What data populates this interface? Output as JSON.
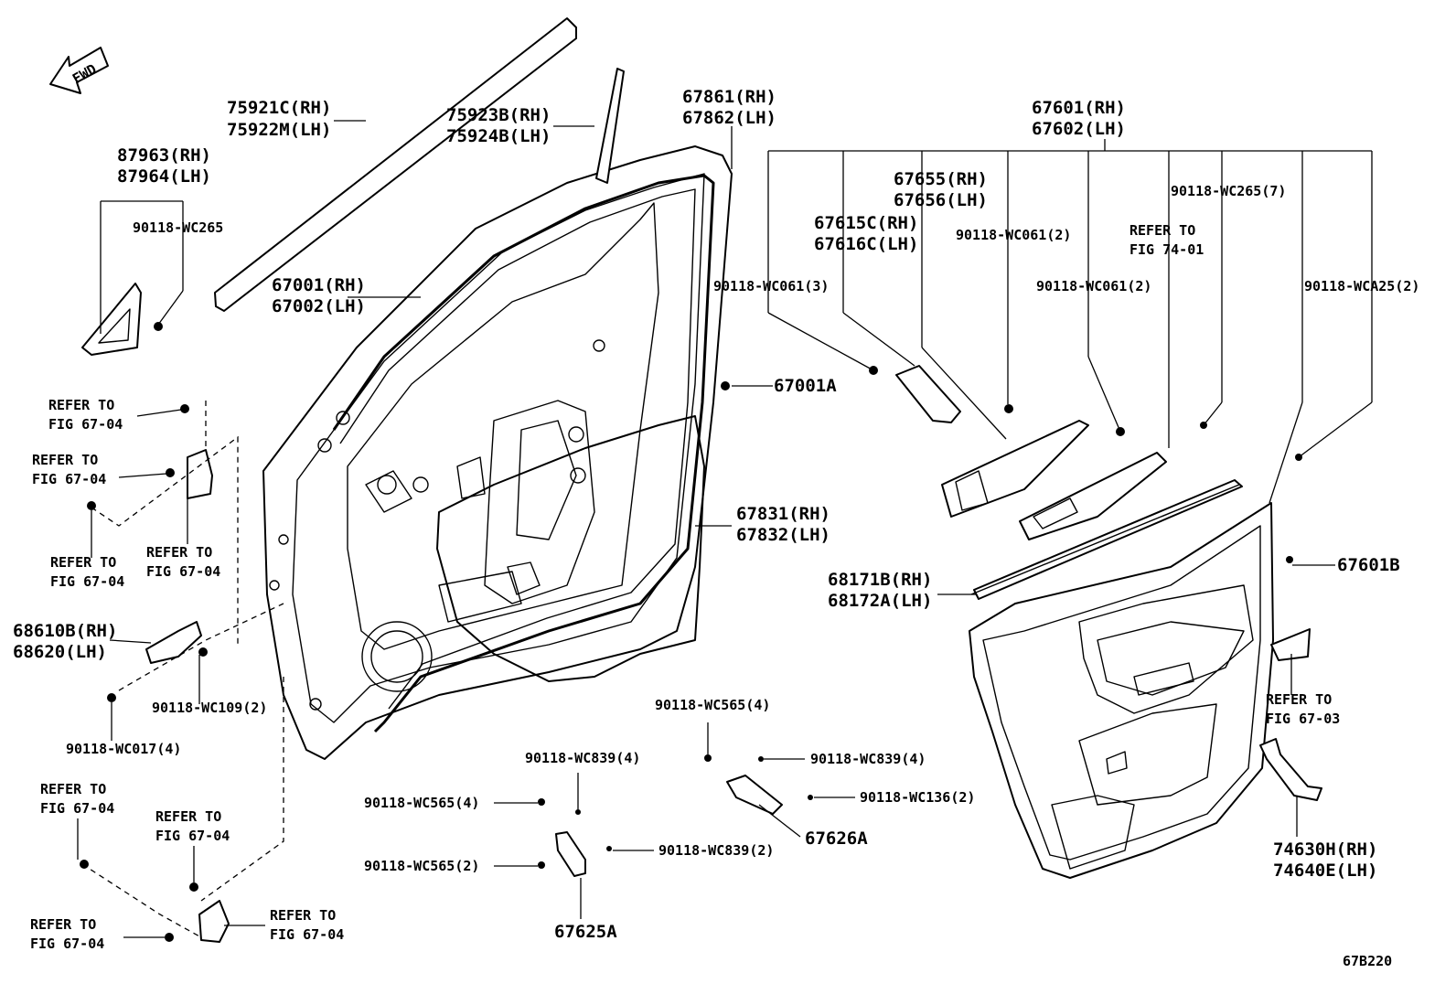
{
  "fwd_arrow": "FWD",
  "diagram_id": "67B220",
  "labels": {
    "p75921": "75921C(RH)",
    "p75922": "75922M(LH)",
    "p75923": "75923B(RH)",
    "p75924": "75924B(LH)",
    "p67861": "67861(RH)",
    "p67862": "67862(LH)",
    "p67601": "67601(RH)",
    "p67602": "67602(LH)",
    "p87963": "87963(RH)",
    "p87964": "87964(LH)",
    "w265a": "90118-WC265",
    "p67655": "67655(RH)",
    "p67656": "67656(LH)",
    "w265_7": "90118-WC265(7)",
    "p67615": "67615C(RH)",
    "p67616": "67616C(LH)",
    "w061_2a": "90118-WC061(2)",
    "ref7401a": "REFER TO",
    "ref7401b": "FIG 74-01",
    "w061_3": "90118-WC061(3)",
    "w061_2b": "90118-WC061(2)",
    "wca25": "90118-WCA25(2)",
    "p67001": "67001(RH)",
    "p67002": "67002(LH)",
    "p67001a": "67001A",
    "ref1a": "REFER TO",
    "ref1b": "FIG 67-04",
    "ref2a": "REFER TO",
    "ref2b": "FIG 67-04",
    "ref3a": "REFER TO",
    "ref3b": "FIG 67-04",
    "ref4a": "REFER TO",
    "ref4b": "FIG 67-04",
    "p67831": "67831(RH)",
    "p67832": "67832(LH)",
    "p67601b": "67601B",
    "p68171": "68171B(RH)",
    "p68172": "68172A(LH)",
    "p68610": "68610B(RH)",
    "p68620": "68620(LH)",
    "w109": "90118-WC109(2)",
    "w017": "90118-WC017(4)",
    "w565_4a": "90118-WC565(4)",
    "ref6703a": "REFER TO",
    "ref6703b": "FIG 67-03",
    "w839_4a": "90118-WC839(4)",
    "w839_4b": "90118-WC839(4)",
    "w136": "90118-WC136(2)",
    "ref5a": "REFER TO",
    "ref5b": "FIG 67-04",
    "w565_4b": "90118-WC565(4)",
    "ref6a": "REFER TO",
    "ref6b": "FIG 67-04",
    "p67626a": "67626A",
    "p74630": "74630H(RH)",
    "p74640": "74640E(LH)",
    "w565_2": "90118-WC565(2)",
    "w839_2": "90118-WC839(2)",
    "ref7a": "REFER TO",
    "ref7b": "FIG 67-04",
    "ref8a": "REFER TO",
    "ref8b": "FIG 67-04",
    "p67625a": "67625A"
  }
}
